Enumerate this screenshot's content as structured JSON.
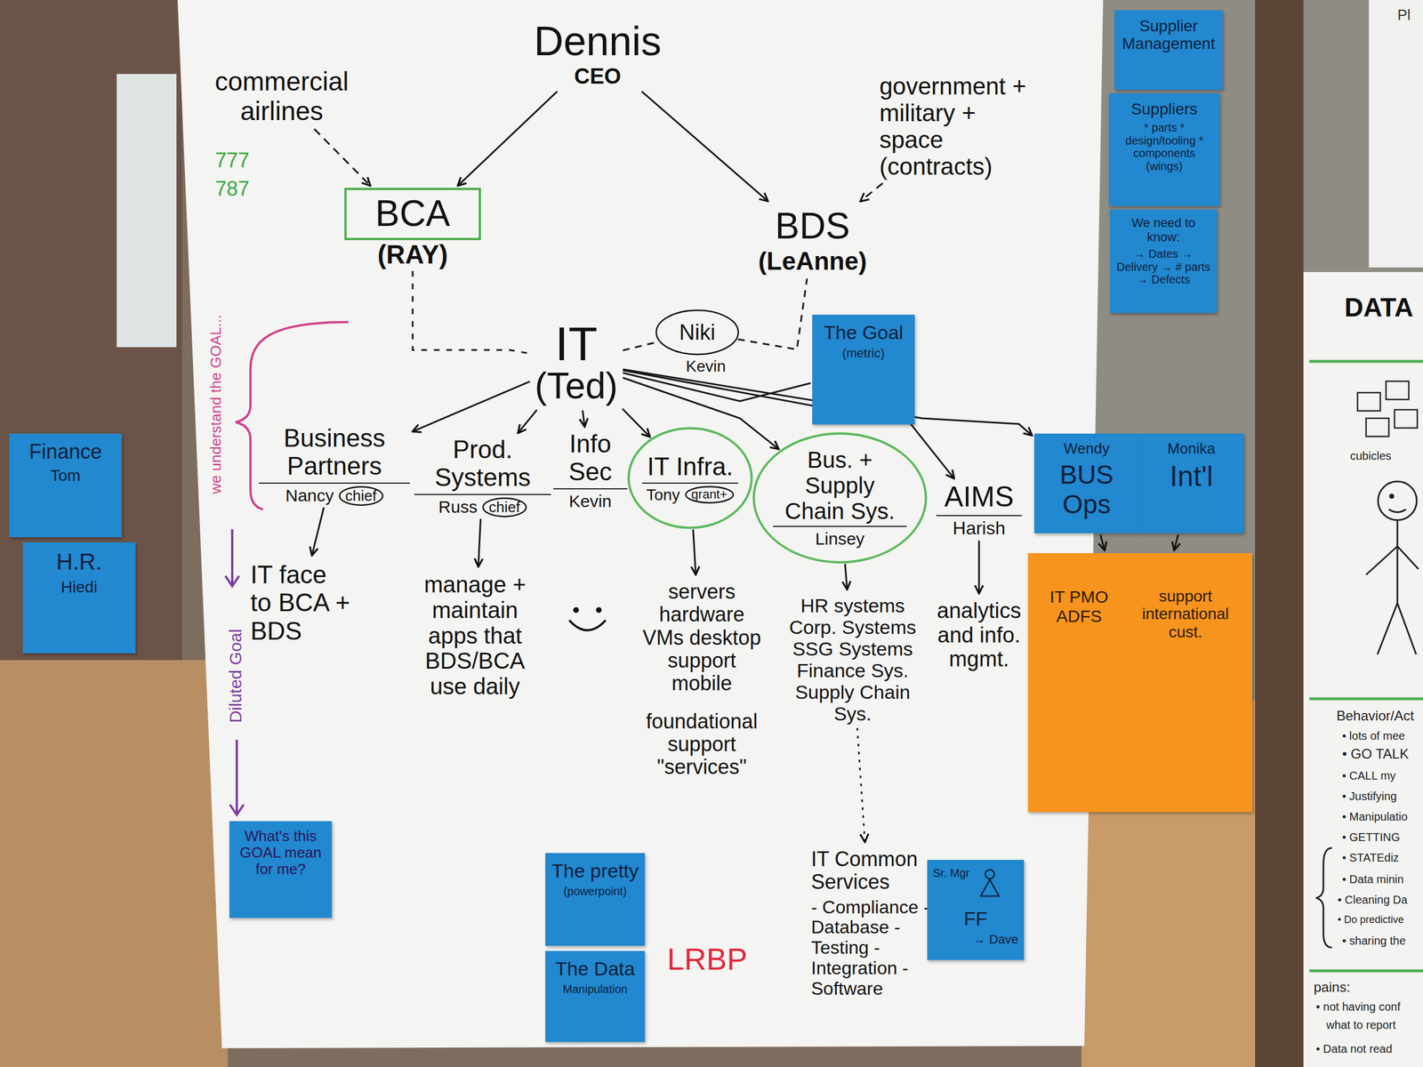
{
  "diagram": {
    "nodes": [
      {
        "text": [
          "Dennis",
          "CEO"
        ]
      },
      {
        "text": [
          "commercial airlines"
        ]
      },
      {
        "text": [
          "government + military + space (contracts)"
        ]
      },
      {
        "text": [
          "Supplier Management"
        ]
      },
      {
        "text": [
          "Suppliers",
          "* parts * design/tooling * components (wings)"
        ]
      },
      {
        "text": [
          "BCA",
          "(RAY)"
        ]
      },
      {
        "text": [
          "BDS",
          "(LeAnne)"
        ]
      },
      {
        "text": [
          "We need to know:",
          "→ Dates → Delivery → # parts → Defects"
        ]
      },
      {
        "text": [
          "The Goal",
          "(metric)"
        ]
      },
      {
        "text": [
          "IT",
          "(Ted)"
        ]
      },
      {
        "text": [
          "Niki"
        ]
      },
      {
        "text": [
          "Finance",
          "Tom"
        ]
      },
      {
        "text": [
          "Business Partners",
          "Nancy"
        ]
      },
      {
        "text": [
          "chief"
        ],
        "in": 12
      },
      {
        "text": [
          "Prod. Systems",
          "Russ"
        ]
      },
      {
        "text": [
          "chief"
        ],
        "in": 14
      },
      {
        "text": [
          "Info Sec",
          "Kevin"
        ]
      },
      {
        "text": [
          "IT Infra.",
          "Tony"
        ]
      },
      {
        "text": [
          "grant+"
        ],
        "in": 17
      },
      {
        "text": [
          "Bus. + Supply Chain Sys.",
          "Linsey"
        ]
      },
      {
        "text": [
          "AIMS",
          "Harish"
        ]
      },
      {
        "text": [
          "Wendy",
          "BUS Ops"
        ]
      },
      {
        "text": [
          "Monika",
          "Int'l"
        ]
      },
      {
        "text": [
          "H.R.",
          "Hiedi"
        ]
      },
      {
        "text": [
          "IT PMO ADFS",
          "support international cust."
        ]
      },
      {
        "text": [
          "IT face to BCA + BDS"
        ]
      },
      {
        "text": [
          "manage + maintain apps that BDS/BCA use daily"
        ]
      },
      {
        "text": [
          "servers hardware VMs desktop support mobile",
          "foundational support \"services\""
        ]
      },
      {
        "text": [
          "HR systems Corp. Systems SSG Systems Finance Sys. Supply Chain Sys."
        ]
      },
      {
        "text": [
          "analytics and info. mgmt."
        ]
      },
      {
        "text": [
          "What's this GOAL mean for me?"
        ]
      },
      {
        "text": [
          "The pretty",
          "(powerpoint)"
        ]
      },
      {
        "text": [
          "IT Common Services",
          "- Compliance - Database - Testing - Integration - Software"
        ]
      },
      {
        "text": [
          "Sr. Mgr",
          "FF",
          "→ Dave"
        ]
      },
      {
        "text": [
          "The Data",
          "Manipulation"
        ]
      }
    ],
    "edges": [
      {
        "from": 0,
        "to": 5,
        "arrow": "to"
      },
      {
        "from": 0,
        "to": 6,
        "arrow": "to"
      },
      {
        "from": 1,
        "to": 5,
        "arrow": "to"
      },
      {
        "from": 2,
        "to": 6,
        "arrow": "to"
      },
      {
        "from": 5,
        "to": 9,
        "arrow": "none"
      },
      {
        "from": 9,
        "to": 10,
        "arrow": "none"
      },
      {
        "from": 10,
        "to": 6,
        "arrow": "none"
      },
      {
        "from": 9,
        "to": 8,
        "arrow": "none"
      },
      {
        "from": 9,
        "to": 12,
        "arrow": "to"
      },
      {
        "from": 9,
        "to": 14,
        "arrow": "to"
      },
      {
        "from": 9,
        "to": 16,
        "arrow": "to"
      },
      {
        "from": 9,
        "to": 17,
        "arrow": "to"
      },
      {
        "from": 9,
        "to": 19,
        "arrow": "to"
      },
      {
        "from": 9,
        "to": 20,
        "arrow": "to"
      },
      {
        "from": 9,
        "to": 21,
        "arrow": "to"
      },
      {
        "from": 12,
        "to": 25,
        "arrow": "to"
      },
      {
        "from": 14,
        "to": 26,
        "arrow": "to"
      },
      {
        "from": 17,
        "to": 27,
        "arrow": "to"
      },
      {
        "from": 19,
        "to": 28,
        "arrow": "to"
      },
      {
        "from": 20,
        "to": 29,
        "arrow": "to"
      },
      {
        "from": 28,
        "to": 32,
        "arrow": "to"
      },
      {
        "from": 21,
        "to": 24,
        "arrow": "to"
      },
      {
        "from": 22,
        "to": 24,
        "arrow": "to"
      }
    ],
    "labels": [
      "777",
      "787",
      "Kevin",
      "we understand the GOAL...",
      "Diluted Goal",
      "LRBP",
      "Pl",
      "DATA",
      "cubicles",
      "Behavior/Act",
      "• lots of mee",
      "• GO TALK",
      "• CALL my",
      "• Justifying",
      "• Manipulatio",
      "• GETTING",
      "• STATEdiz",
      "• Data minin",
      "• Cleaning Da",
      "• Do predictive",
      "• sharing the",
      "pains:",
      "• not having conf",
      "what to report",
      "• Data not read"
    ]
  }
}
